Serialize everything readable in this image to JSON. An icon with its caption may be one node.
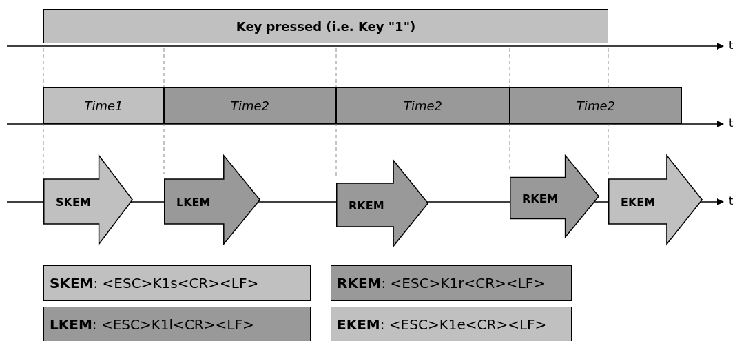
{
  "diagram": {
    "nodes": [
      {
        "text": [
          "Key pressed (i.e. Key \"1\")"
        ]
      },
      {
        "text": [
          "Time1"
        ]
      },
      {
        "text": [
          "Time2"
        ]
      },
      {
        "text": [
          "Time2"
        ]
      },
      {
        "text": [
          "Time2"
        ]
      },
      {
        "text": [
          "SKEM"
        ]
      },
      {
        "text": [
          "LKEM"
        ]
      },
      {
        "text": [
          "RKEM"
        ]
      },
      {
        "text": [
          "RKEM"
        ]
      },
      {
        "text": [
          "EKEM"
        ]
      },
      {
        "text": [
          "**SKEM**: <ESC>K1s<CR><LF>"
        ]
      },
      {
        "text": [
          "**RKEM**: <ESC>K1r<CR><LF>"
        ]
      },
      {
        "text": [
          "**LKEM**: <ESC>K1l<CR><LF>"
        ]
      },
      {
        "text": [
          "**EKEM**: <ESC>K1e<CR><LF>"
        ]
      }
    ],
    "labels": [
      "t",
      "t",
      "t"
    ]
  }
}
